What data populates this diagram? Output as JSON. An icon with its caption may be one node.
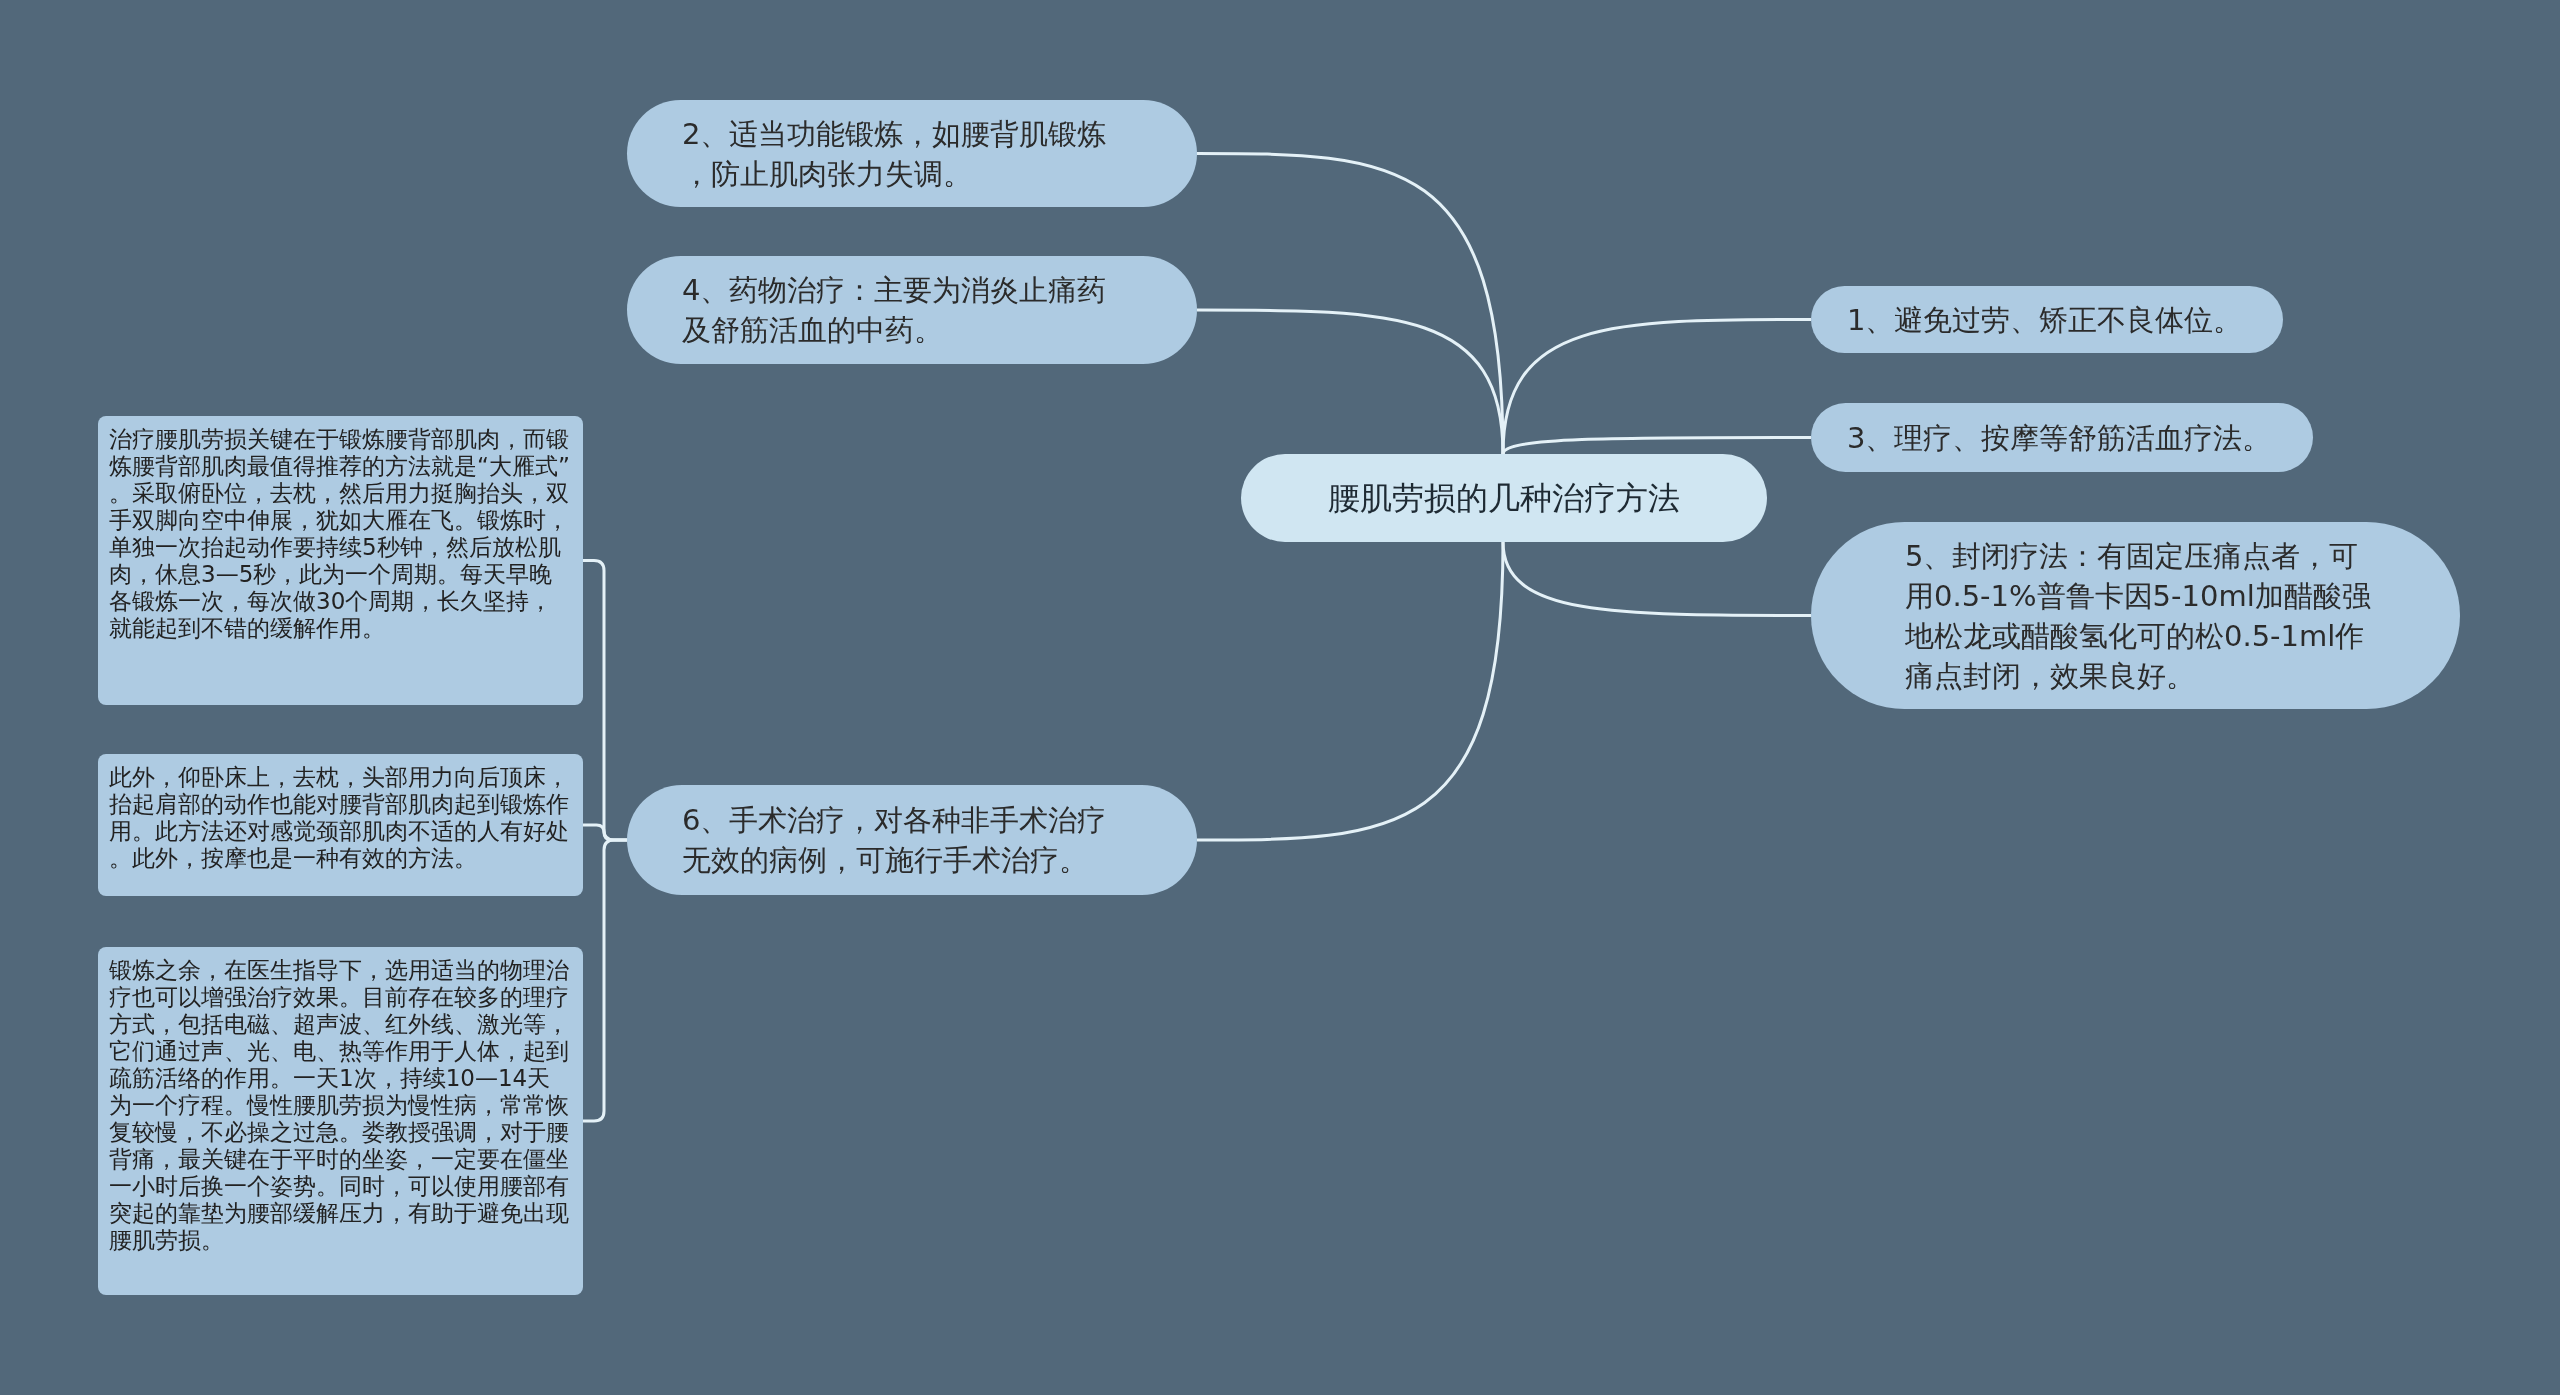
{
  "diagram": {
    "nodes": [
      {
        "text": [
          "腰肌劳损的几种治疗方法"
        ]
      },
      {
        "text": [
          "1、避免过劳、矫正不良体位。"
        ]
      },
      {
        "text": [
          "2、适当功能锻炼，如腰背肌锻炼，防止肌肉张力失调。"
        ]
      },
      {
        "text": [
          "3、理疗、按摩等舒筋活血疗法。"
        ]
      },
      {
        "text": [
          "4、药物治疗：主要为消炎止痛药及舒筋活血的中药。"
        ]
      },
      {
        "text": [
          "5、封闭疗法：有固定压痛点者，可用0.5-1%普鲁卡因5-10ml加醋酸强地松龙或醋酸氢化可的松0.5-1ml作痛点封闭，效果良好。"
        ]
      },
      {
        "text": [
          "6、手术治疗，对各种非手术治疗无效的病例，可施行手术治疗。"
        ]
      },
      {
        "text": [
          "治疗腰肌劳损关键在于锻炼腰背部肌肉，而锻炼腰背部肌肉最值得推荐的方法就是“大雁式”。采取俯卧位，去枕，然后用力挺胸抬头，双手双脚向空中伸展，犹如大雁在飞。锻炼时，单独一次抬起动作要持续5秒钟，然后放松肌肉，休息3—5秒，此为一个周期。每天早晚各锻炼一次，每次做30个周期，长久坚持，就能起到不错的缓解作用。"
        ]
      },
      {
        "text": [
          "此外，仰卧床上，去枕，头部用力向后顶床，抬起肩部的动作也能对腰背部肌肉起到锻炼作用。此方法还对感觉颈部肌肉不适的人有好处。此外，按摩也是一种有效的方法。"
        ]
      },
      {
        "text": [
          "锻炼之余，在医生指导下，选用适当的物理治疗也可以增强治疗效果。目前存在较多的理疗方式，包括电磁、超声波、红外线、激光等，它们通过声、光、电、热等作用于人体，起到疏筋活络的作用。一天1次，持续10—14天为一个疗程。慢性腰肌劳损为慢性病，常常恢复较慢，不必操之过急。娄教授强调，对于腰背痛，最关键在于平时的坐姿，一定要在僵坐一小时后换一个姿势。同时，可以使用腰部有突起的靠垫为腰部缓解压力，有助于避免出现腰肌劳损。"
        ]
      }
    ],
    "edges": [
      {
        "from": 0,
        "to": 1,
        "arrow": "none"
      },
      {
        "from": 0,
        "to": 2,
        "arrow": "none"
      },
      {
        "from": 0,
        "to": 3,
        "arrow": "none"
      },
      {
        "from": 0,
        "to": 4,
        "arrow": "none"
      },
      {
        "from": 0,
        "to": 5,
        "arrow": "none"
      },
      {
        "from": 0,
        "to": 6,
        "arrow": "none"
      },
      {
        "from": 6,
        "to": 7,
        "arrow": "none"
      },
      {
        "from": 6,
        "to": 8,
        "arrow": "none"
      },
      {
        "from": 6,
        "to": 9,
        "arrow": "none"
      }
    ]
  }
}
